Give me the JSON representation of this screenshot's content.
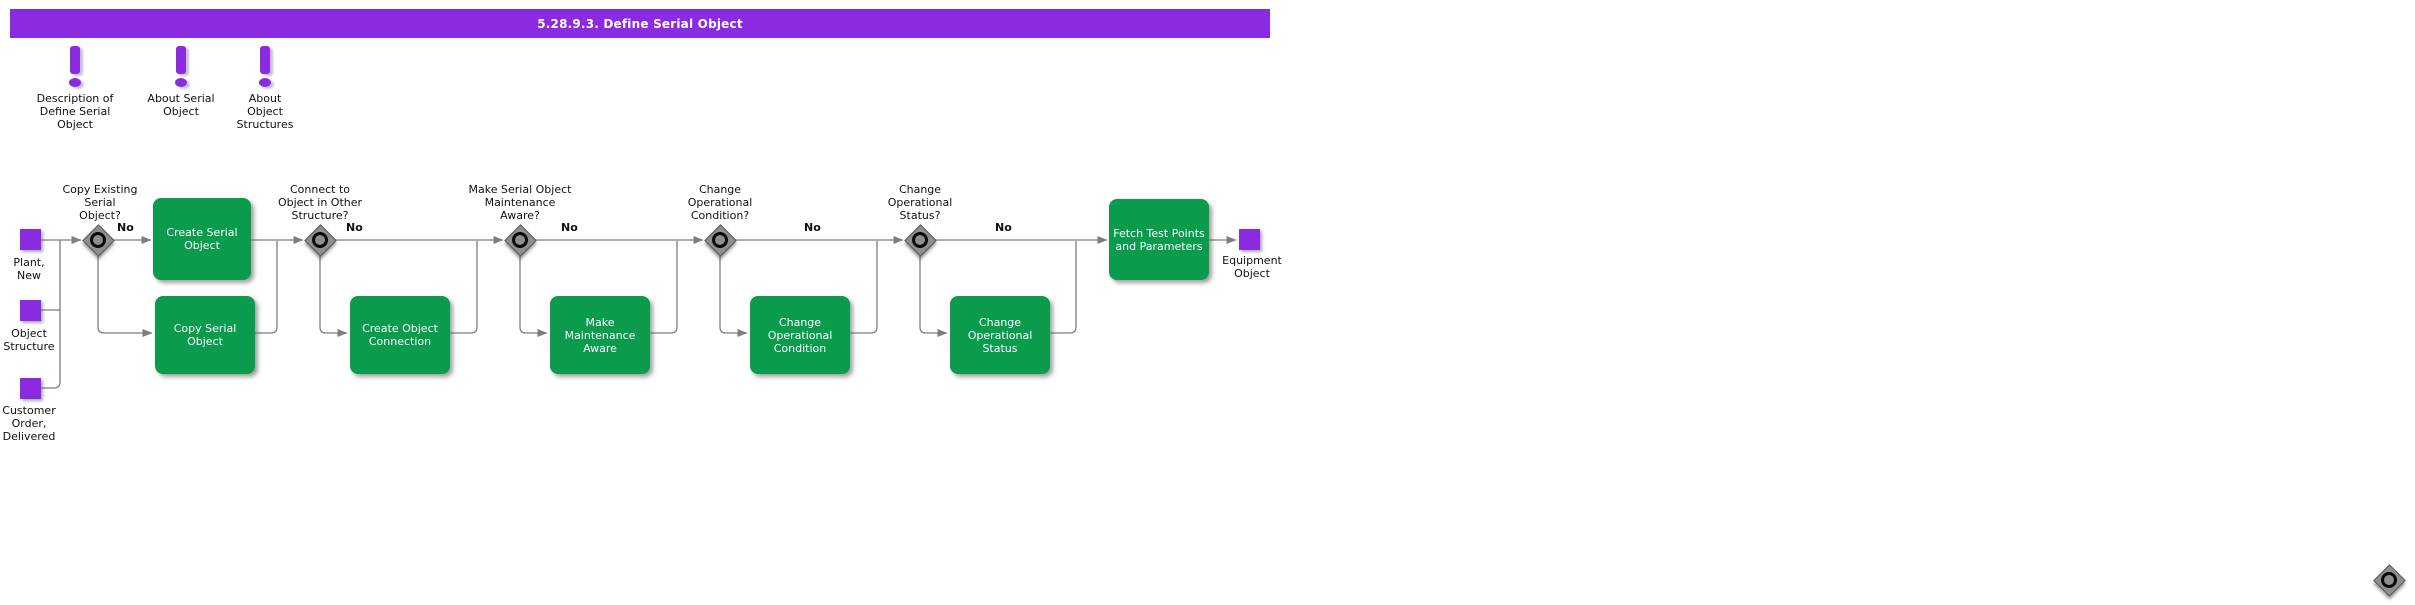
{
  "title": "5.28.9.3. Define Serial Object",
  "colors": {
    "accent_purple": "#8A2BE2",
    "task_green": "#0B9B4D",
    "gateway_gray": "#8F8F8F",
    "connector_gray": "#7D7D7D"
  },
  "doc_icons": [
    {
      "label": "Description of\nDefine Serial\nObject"
    },
    {
      "label": "About Serial\nObject"
    },
    {
      "label": "About\nObject\nStructures"
    }
  ],
  "inputs": [
    {
      "label": "Plant,\nNew"
    },
    {
      "label": "Object\nStructure"
    },
    {
      "label": "Customer\nOrder,\nDelivered"
    }
  ],
  "decisions": [
    {
      "question": "Copy Existing\nSerial\nObject?",
      "no_label": "No"
    },
    {
      "question": "Connect to\nObject in Other\nStructure?",
      "no_label": "No"
    },
    {
      "question": "Make Serial Object\nMaintenance\nAware?",
      "no_label": "No"
    },
    {
      "question": "Change\nOperational\nCondition?",
      "no_label": "No"
    },
    {
      "question": "Change\nOperational\nStatus?",
      "no_label": "No"
    }
  ],
  "main_tasks": [
    {
      "label": "Create Serial\nObject"
    },
    {
      "label": "Fetch Test Points\nand Parameters"
    }
  ],
  "branch_tasks": [
    {
      "label": "Copy Serial\nObject"
    },
    {
      "label": "Create Object\nConnection"
    },
    {
      "label": "Make\nMaintenance\nAware"
    },
    {
      "label": "Change\nOperational\nCondition"
    },
    {
      "label": "Change\nOperational\nStatus"
    }
  ],
  "output": {
    "label": "Equipment\nObject"
  }
}
